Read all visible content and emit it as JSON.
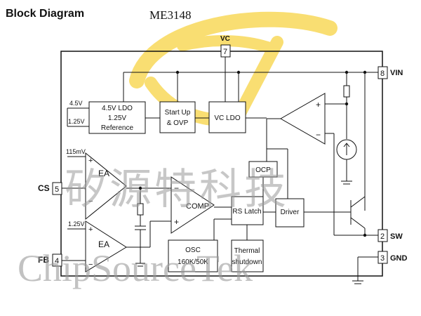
{
  "header": {
    "title": "Block Diagram",
    "part_number": "ME3148"
  },
  "pins": {
    "vc": {
      "num": "7",
      "name": "VC"
    },
    "vin": {
      "num": "8",
      "name": "VIN"
    },
    "cs": {
      "num": "5",
      "name": "CS"
    },
    "fb": {
      "num": "4",
      "name": "FB"
    },
    "sw": {
      "num": "2",
      "name": "SW"
    },
    "gnd": {
      "num": "3",
      "name": "GND"
    }
  },
  "blocks": {
    "ldo_line1": "4.5V LDO",
    "ldo_line2": "1.25V",
    "ldo_line3": "Reference",
    "startup_line1": "Start Up",
    "startup_line2": "& OVP",
    "vcldo": "VC LDO",
    "ocp": "OCP",
    "driver": "Driver",
    "rslatch": "RS Latch",
    "comp": "COMP",
    "ea1": "EA",
    "ea2": "EA",
    "osc_line1": "OSC",
    "osc_line2": "160K/50K",
    "thermal_line1": "Thermal",
    "thermal_line2": "shutdown"
  },
  "labels": {
    "v45": "4.5V",
    "v125": "1.25V",
    "v115m": "115mV",
    "v125b": "1.25V"
  },
  "watermark": {
    "cn": "矽源特科技",
    "en": "ChipSourceTek"
  },
  "colors": {
    "line": "#111111",
    "logo": "#f5c400",
    "watermark": "#9a9a9a"
  }
}
